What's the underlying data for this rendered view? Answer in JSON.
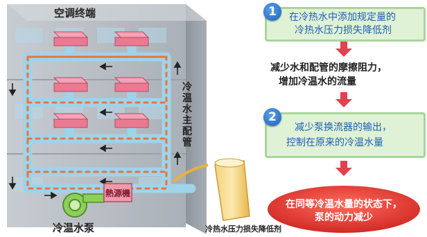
{
  "labels": {
    "terminals": "空调终端",
    "pump": "冷温水泵",
    "heat_source": "熱源機",
    "main_pipe": [
      "冷",
      "温",
      "水",
      "主",
      "配",
      "管"
    ],
    "additive": "冷热水压力损失降低剂"
  },
  "steps": {
    "step1": {
      "number": "1",
      "line1": "在冷热水中添加规定量的",
      "line2": "冷热水压力损失降低剂"
    },
    "effect1": {
      "line1": "减少水和配管的摩擦阻力，",
      "line2": "增加冷温水的流量"
    },
    "step2": {
      "number": "2",
      "line1": "减少泵换流器的输出，",
      "line2": "控制在原来的冷温水量"
    },
    "result": {
      "line1": "在同等冷温水量的状态下，",
      "line2": "泵的动力减少"
    }
  },
  "colors": {
    "pipe": "#9fd3ea",
    "flow": "#e8743a",
    "terminal": "#e97a92",
    "box_fill": "#dff2d6",
    "box_border": "#a9d49a",
    "badge": "#1b5fb8",
    "arrow": "#e2414f",
    "result": "#e03a3a"
  }
}
